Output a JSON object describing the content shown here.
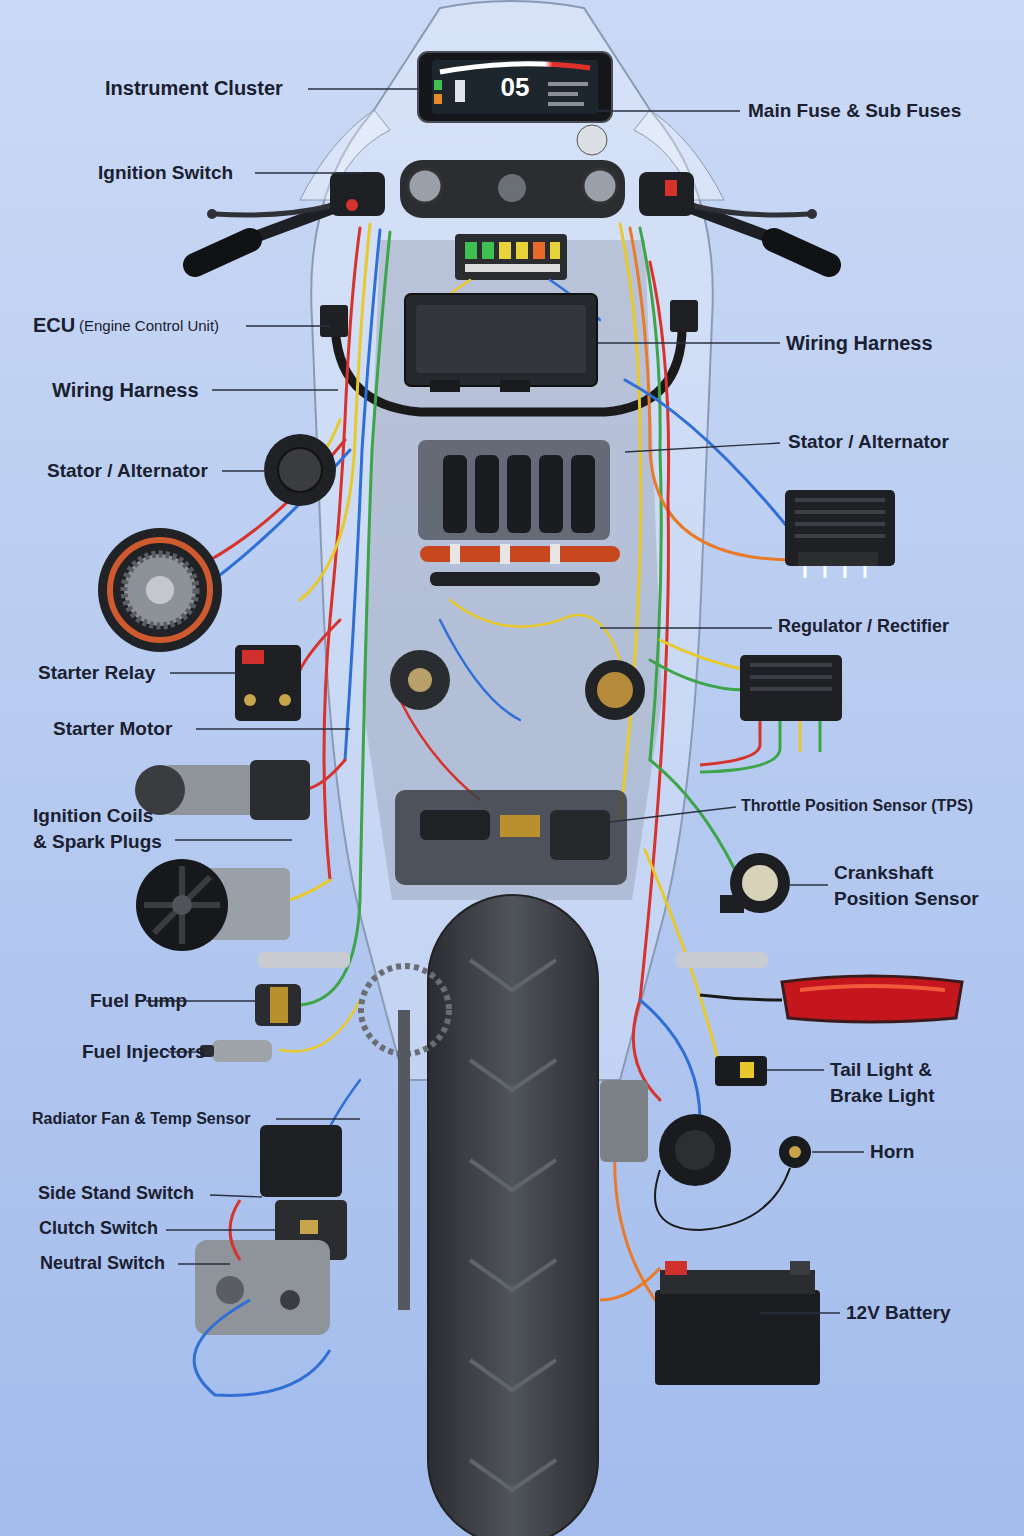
{
  "diagram": {
    "labels": [
      "Instrument Cluster",
      "05",
      "Main Fuse & Sub Fuses",
      "Ignition Switch",
      "ECU",
      "(Engine Control Unit)",
      "Wiring Harness",
      "Wiring Harness",
      "Stator / Alternator",
      "Stator / Alternator",
      "Regulator / Rectifier",
      "Starter Relay",
      "Starter Motor",
      "Throttle Position Sensor (TPS)",
      "Ignition Coils & Spark Plugs",
      "Crankshaft Position Sensor",
      "Fuel Pump",
      "Fuel Injectors",
      "Tail Light & Brake Light",
      "Radiator Fan & Temp Sensor",
      "Horn",
      "Side Stand Switch",
      "Clutch Switch",
      "Neutral Switch",
      "12V Battery"
    ]
  }
}
